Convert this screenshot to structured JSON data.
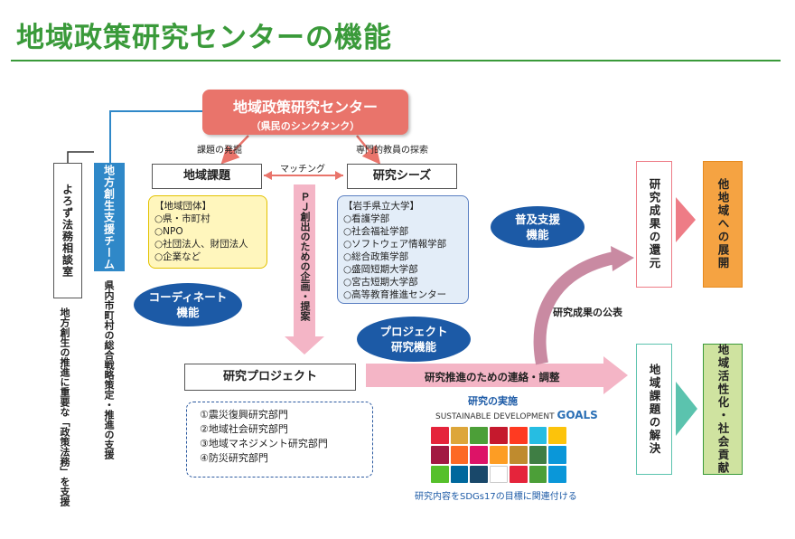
{
  "title": "地域政策研究センターの機能",
  "center": {
    "name": "地域政策研究センター",
    "sub": "（県民のシンクタンク）"
  },
  "labels": {
    "issue_discovery": "課題の発掘",
    "expert_search": "専門的教員の探索",
    "matching": "マッチング",
    "pj_creation": "ＰＪ創出のための企画・提案",
    "liaison": "研究推進のための連絡・調整",
    "implementation": "研究の実施",
    "results_publication": "研究成果の公表",
    "sdgs_caption": "研究内容をSDGs17の目標に関連付ける"
  },
  "boxes": {
    "local_issues": "地域課題",
    "research_seeds": "研究シーズ",
    "research_project": "研究プロジェクト"
  },
  "local_orgs": {
    "header": "【地域団体】",
    "items": [
      "○県・市町村",
      "○NPO",
      "○社団法人、財団法人",
      "○企業など"
    ]
  },
  "university": {
    "header": "【岩手県立大学】",
    "items": [
      "○看護学部",
      "○社会福祉学部",
      "○ソフトウェア情報学部",
      "○総合政策学部",
      "○盛岡短期大学部",
      "○宮古短期大学部",
      "○高等教育推進センター"
    ]
  },
  "ovals": {
    "coordinate": [
      "コーディネート",
      "機能"
    ],
    "project_research": [
      "プロジェクト",
      "研究機能"
    ],
    "dissemination": [
      "普及支援",
      "機能"
    ]
  },
  "left": {
    "legal_room": "よろず法務相談室",
    "legal_desc": "地方創生の推進に重要な「政策法務」を支援",
    "team": "地方創生支援チーム",
    "team_desc": "県内市町村の総合戦略策定・推進の支援"
  },
  "projects": [
    "①震災復興研究部門",
    "②地域社会研究部門",
    "③地域マネジメント研究部門",
    "④防災研究部門"
  ],
  "right": {
    "return": "研究成果の還元",
    "solve": "地域課題の解決",
    "deploy": "他地域への展開",
    "revitalize": "地域活性化・社会貢献"
  },
  "sdgs": {
    "logo_small": "SUSTAINABLE DEVELOPMENT",
    "logo_big": "GOALS",
    "colors": [
      "#e5243b",
      "#dda63a",
      "#4c9f38",
      "#c5192d",
      "#ff3a21",
      "#26bde2",
      "#fcc30b",
      "#a21942",
      "#fd6925",
      "#dd1367",
      "#fd9d24",
      "#bf8b2e",
      "#3f7e44",
      "#0a97d9",
      "#56c02b",
      "#00689d",
      "#19486a",
      "#ffffff",
      "#e5243b",
      "#4c9f38",
      "#0a97d9"
    ]
  }
}
